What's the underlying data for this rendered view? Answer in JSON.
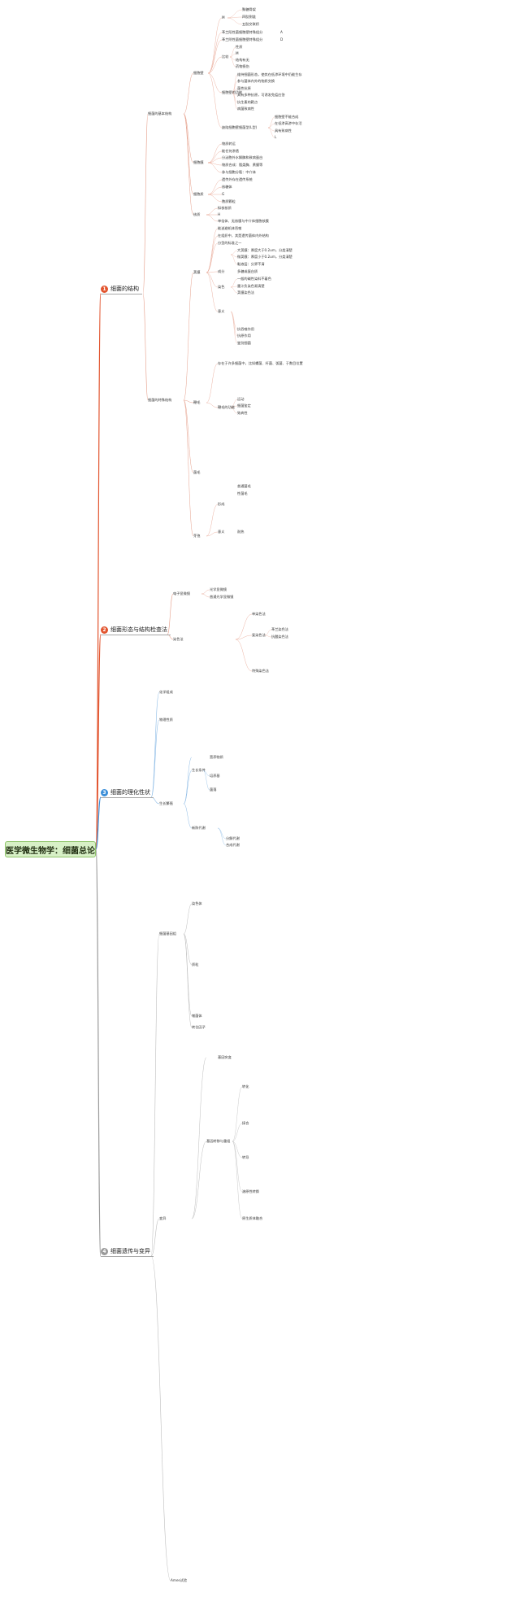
{
  "root": {
    "label": "医学微生物学：细菌总论"
  },
  "branches": [
    {
      "num": "1",
      "label": "细菌的结构",
      "color": "#e2542e"
    },
    {
      "num": "2",
      "label": "细菌形态与结构检查法",
      "color": "#e2542e"
    },
    {
      "num": "3",
      "label": "细菌的理化性状",
      "color": "#3b8fd9"
    },
    {
      "num": "4",
      "label": "细菌遗传与变异",
      "color": "#9a9a9a"
    }
  ],
  "nodes": {
    "n01": "细菌的基本结构",
    "n02": "细胞壁",
    "n03": "M",
    "n04": "聚糖骨架",
    "n05": "四肽侧链",
    "n06": "五肽交联桥",
    "n07": "革兰阳性菌细胞壁特殊组分",
    "n08": "A",
    "n09": "革兰阴性菌细胞壁特殊组分",
    "n10": "D",
    "n11": "比较",
    "n12": "性质",
    "n13": "M",
    "n14": "结构有无",
    "n15": "药物损伤",
    "n16": "细胞壁的功能",
    "n17": "维持细菌形态，使其在低渗环境中仍能生存",
    "n18": "参与菌体内外的物质交换",
    "n19": "菌性抗原",
    "n20": "具有多种抗原，可诱发免疫应答",
    "n21": "抗生素的靶点",
    "n22": "病菌致病性",
    "n23": "缺陷细胞壁细菌型(L型)",
    "n24": "细胞壁不能合成",
    "n25": "在低渗高渗中存活",
    "n26": "具有致病性",
    "n27": "L",
    "n28": "细胞膜",
    "n29": "物质转运",
    "n30": "能任何渗透",
    "n31": "分泌胞外水解酶和致病蛋白",
    "n32": "物质合成：脂类酶、黄膜等",
    "n33": "参与细胞分裂：中介体",
    "n34": "细胞质",
    "n35": "遗传外存在遗传系统",
    "n36": "核糖体",
    "n37": "G",
    "n38": "胞质颗粒",
    "n39": "核质",
    "n40": "拟核核质",
    "n41": "H",
    "n42": "单倍体、无核膜与中介体细胞核膜",
    "n43": "细菌的特殊结构",
    "n44": "能逃避机体吞噬",
    "n45": "在组织中，其是遗传菌体内外结构",
    "n46": "分型的标准之一",
    "n47": "荚膜",
    "n48": "大荚膜：厚度大于0.2um，分类清楚",
    "n49": "微荚膜：厚度小于0.2um，分类清楚",
    "n50": "黏液层：分界不清",
    "n51": "成分",
    "n52": "多糖或蛋白质",
    "n53": "染色",
    "n54": "一般的碱性染料不着色",
    "n55": "墨汁负染色易清楚",
    "n56": "荚膜染色法",
    "n57": "意义",
    "n58": "抗吞噬作用",
    "n59": "抗原作用",
    "n60": "鉴别细菌",
    "n61": "鞭毛",
    "n62": "存在于许多细菌中，比如螺菌、杆菌、弧菌、于数目位置",
    "n63": "鞭毛的功能",
    "n64": "运动",
    "n65": "细菌鉴定",
    "n66": "致病性",
    "n67": "菌毛",
    "n68": "普通菌毛",
    "n69": "性菌毛",
    "n70": "芽孢",
    "n71": "形成",
    "n72": "意义",
    "n73": "耐热",
    "n74": "电子显微镜",
    "n75": "光学显微镜",
    "n76": "普通光学显微镜",
    "n77": "染色法",
    "n78": "单染色法",
    "n79": "复染色法",
    "n80": "革兰染色法",
    "n81": "抗酸染色法",
    "n82": "特殊染色法",
    "n83": "化学组成",
    "n84": "物理性质",
    "n85": "生长繁殖",
    "n86": "营养物质",
    "n87": "生长条件",
    "n88": "培养基",
    "n89": "菌落",
    "n90": "新陈代谢",
    "n91": "分解代谢",
    "n92": "合成代谢",
    "n93": "细菌基因组",
    "n94": "染色体",
    "n95": "质粒",
    "n96": "噬菌体",
    "n97": "转位因子",
    "n98": "变异",
    "n99": "基因突变",
    "n100": "基因转移与重组",
    "n101": "转化",
    "n102": "接合",
    "n103": "转导",
    "n104": "溶原性转换",
    "n105": "原生质体融合",
    "n106": "Ames试验"
  }
}
